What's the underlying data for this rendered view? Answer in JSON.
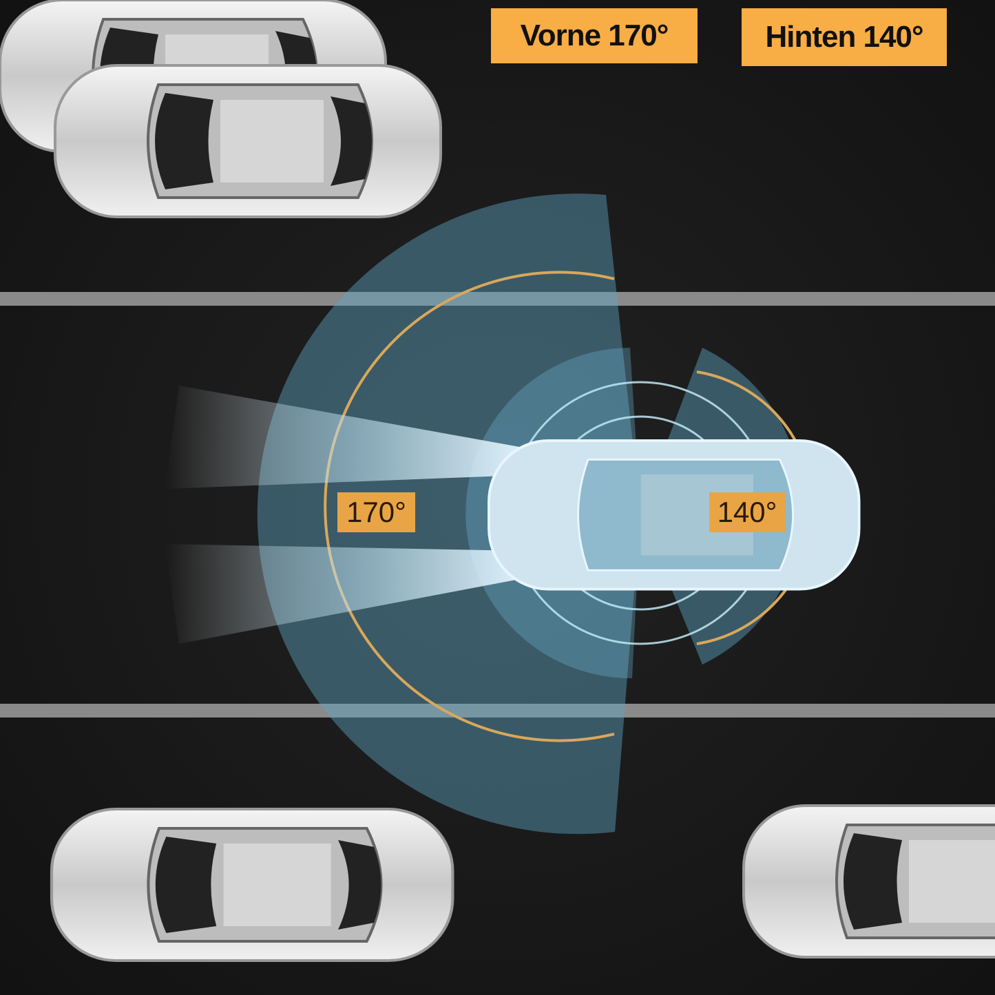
{
  "labels": {
    "front_title": "Vorne 170°",
    "rear_title": "Hinten 140°",
    "front_angle": "170°",
    "rear_angle": "140°"
  },
  "colors": {
    "badge": "#f9ad45",
    "road": "#171717",
    "lane_line": "#8a8a8a",
    "fov": "#5fa3c4",
    "ring_gold": "#d9a85a",
    "ring_cyan": "#bfe8f5"
  }
}
